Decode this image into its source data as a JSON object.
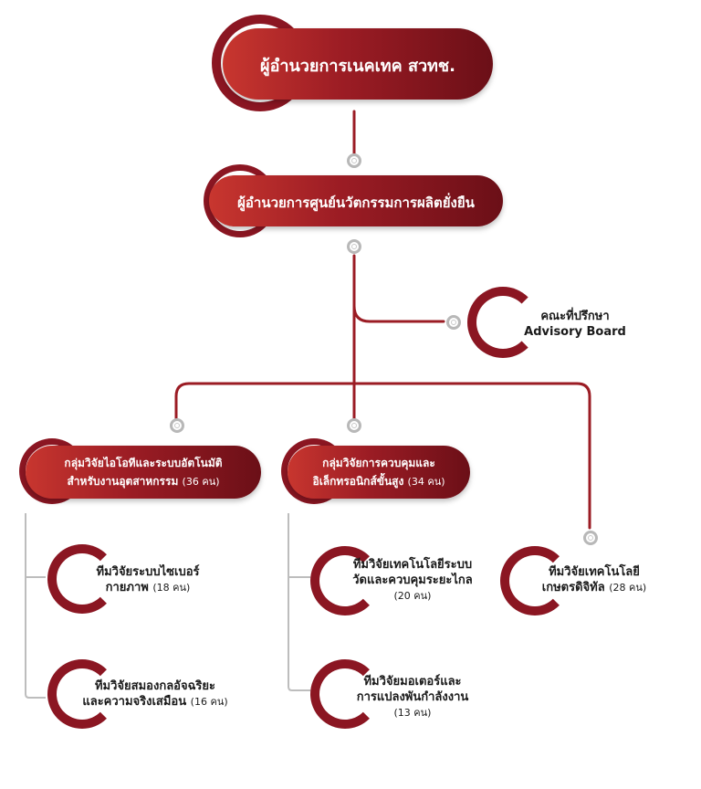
{
  "director": {
    "title": "ผู้อำนวยการเนคเทค สวทช."
  },
  "center": {
    "title": "ผู้อำนวยการศูนย์นวัตกรรมการผลิตยั่งยืน"
  },
  "advisory": {
    "line1": "คณะที่ปรึกษา",
    "line2": "Advisory Board"
  },
  "groups": [
    {
      "line1": "กลุ่มวิจัยไอโอทีและระบบอัตโนมัติ",
      "line2": "สำหรับงานอุตสาหกรรม",
      "count": "(36 คน)"
    },
    {
      "line1": "กลุ่มวิจัยการควบคุมและ",
      "line2": "อิเล็กทรอนิกส์ขั้นสูง",
      "count": "(34 คน)"
    }
  ],
  "teams": [
    {
      "line1": "ทีมวิจัยระบบไซเบอร์",
      "line2": "กายภาพ",
      "count": "(18 คน)"
    },
    {
      "line1": "ทีมวิจัยสมองกลอัจฉริยะ",
      "line2": "และความจริงเสมือน",
      "count": "(16 คน)"
    },
    {
      "line1": "ทีมวิจัยเทคโนโลยีระบบ",
      "line2": "วัดและควบคุมระยะไกล",
      "count": "(20 คน)"
    },
    {
      "line1": "ทีมวิจัยมอเตอร์และ",
      "line2": "การแปลงพันกำลังงาน",
      "count": "(13 คน)"
    },
    {
      "line1": "ทีมวิจัยเทคโนโลยี",
      "line2": "เกษตรดิจิทัล",
      "count": "(28 คน)"
    }
  ]
}
